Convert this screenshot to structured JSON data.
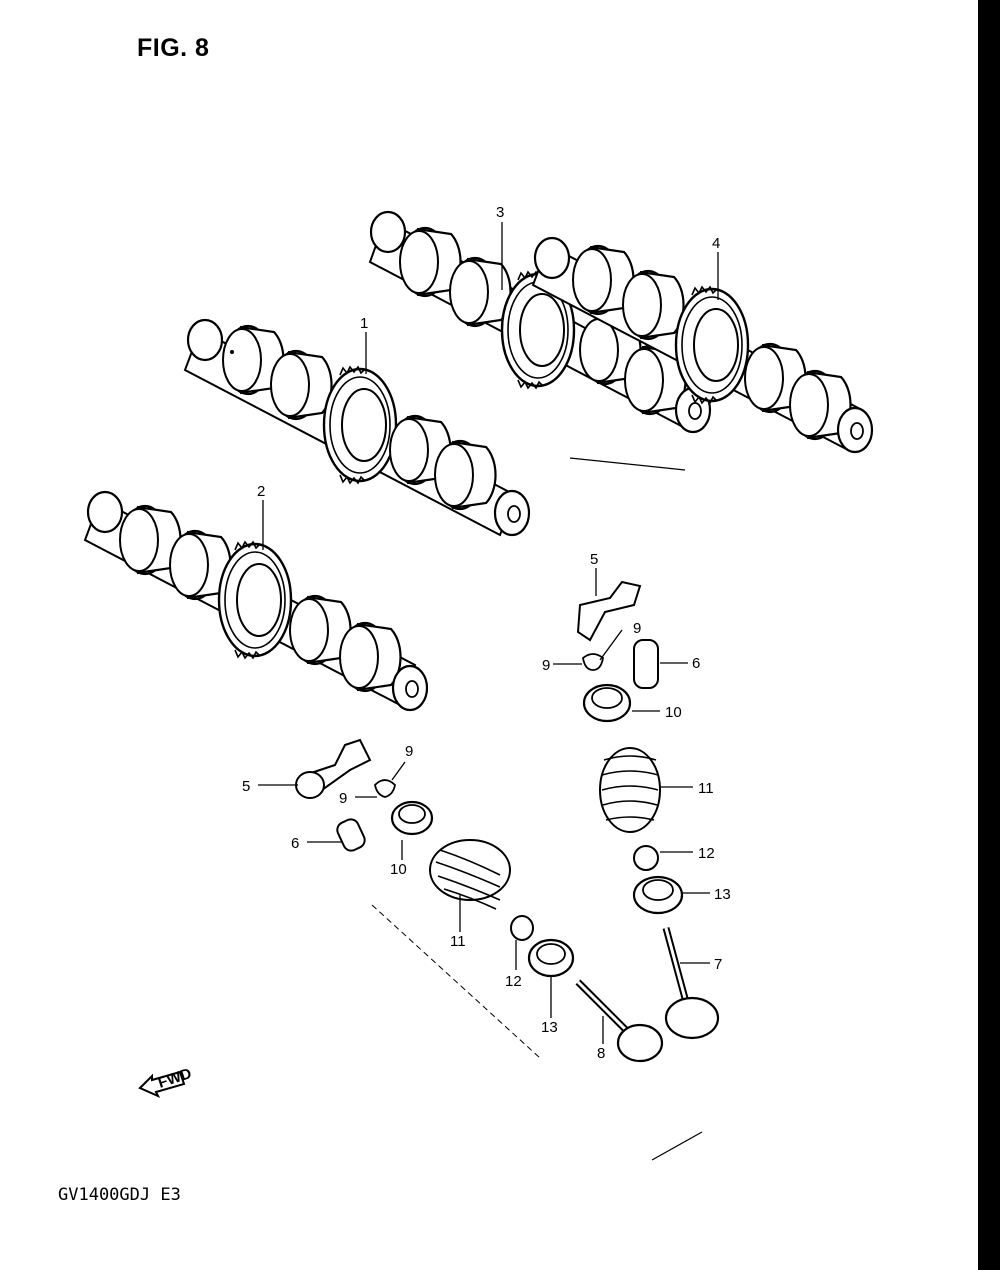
{
  "figure": {
    "title": "FIG. 8",
    "model_code": "GV1400GDJ E3",
    "fwd_label": "FWD"
  },
  "callouts": [
    {
      "id": "c1",
      "label": "1"
    },
    {
      "id": "c2",
      "label": "2"
    },
    {
      "id": "c3",
      "label": "3"
    },
    {
      "id": "c4",
      "label": "4"
    },
    {
      "id": "c5a",
      "label": "5"
    },
    {
      "id": "c5b",
      "label": "5"
    },
    {
      "id": "c6a",
      "label": "6"
    },
    {
      "id": "c6b",
      "label": "6"
    },
    {
      "id": "c7",
      "label": "7"
    },
    {
      "id": "c8",
      "label": "8"
    },
    {
      "id": "c9a",
      "label": "9"
    },
    {
      "id": "c9b",
      "label": "9"
    },
    {
      "id": "c9c",
      "label": "9"
    },
    {
      "id": "c9d",
      "label": "9"
    },
    {
      "id": "c10a",
      "label": "10"
    },
    {
      "id": "c10b",
      "label": "10"
    },
    {
      "id": "c11a",
      "label": "11"
    },
    {
      "id": "c11b",
      "label": "11"
    },
    {
      "id": "c12a",
      "label": "12"
    },
    {
      "id": "c12b",
      "label": "12"
    },
    {
      "id": "c13a",
      "label": "13"
    },
    {
      "id": "c13b",
      "label": "13"
    }
  ]
}
